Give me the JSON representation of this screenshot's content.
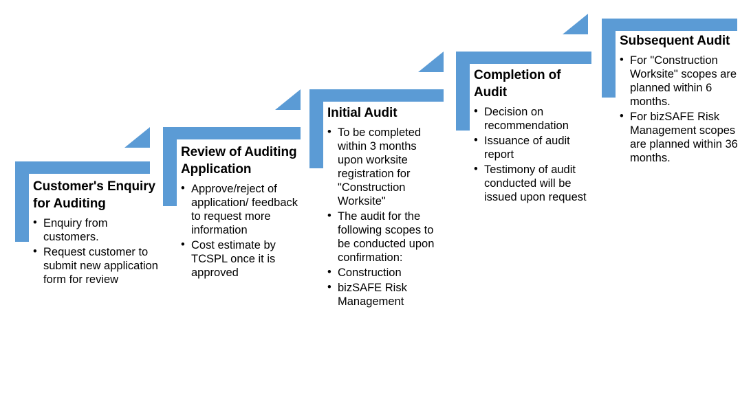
{
  "diagram": {
    "type": "staircase-process",
    "accent_color": "#5B9BD5",
    "background_color": "#FFFFFF",
    "text_color": "#000000",
    "steps": [
      {
        "index": 1,
        "title": "Customer's Enquiry for Auditing",
        "bullets": [
          "Enquiry from customers.",
          "Request customer to submit new application form for review"
        ]
      },
      {
        "index": 2,
        "title": "Review of Auditing Application",
        "bullets": [
          "Approve/reject of application/ feedback to request more information",
          "Cost estimate by TCSPL once it is approved"
        ]
      },
      {
        "index": 3,
        "title": "Initial Audit",
        "bullets": [
          "To be completed within 3 months upon worksite registration for \"Construction Worksite\"",
          "The audit for the following scopes to be conducted upon confirmation:",
          "Construction",
          "bizSAFE Risk Management"
        ]
      },
      {
        "index": 4,
        "title": "Completion of Audit",
        "bullets": [
          "Decision on recommendation",
          "Issuance of audit report",
          "Testimony of audit conducted will be issued upon request"
        ]
      },
      {
        "index": 5,
        "title": "Subsequent Audit",
        "bullets": [
          "For \"Construction Worksite\" scopes are planned within 6 months.",
          "For bizSAFE Risk Management scopes are planned within 36 months."
        ]
      }
    ]
  }
}
